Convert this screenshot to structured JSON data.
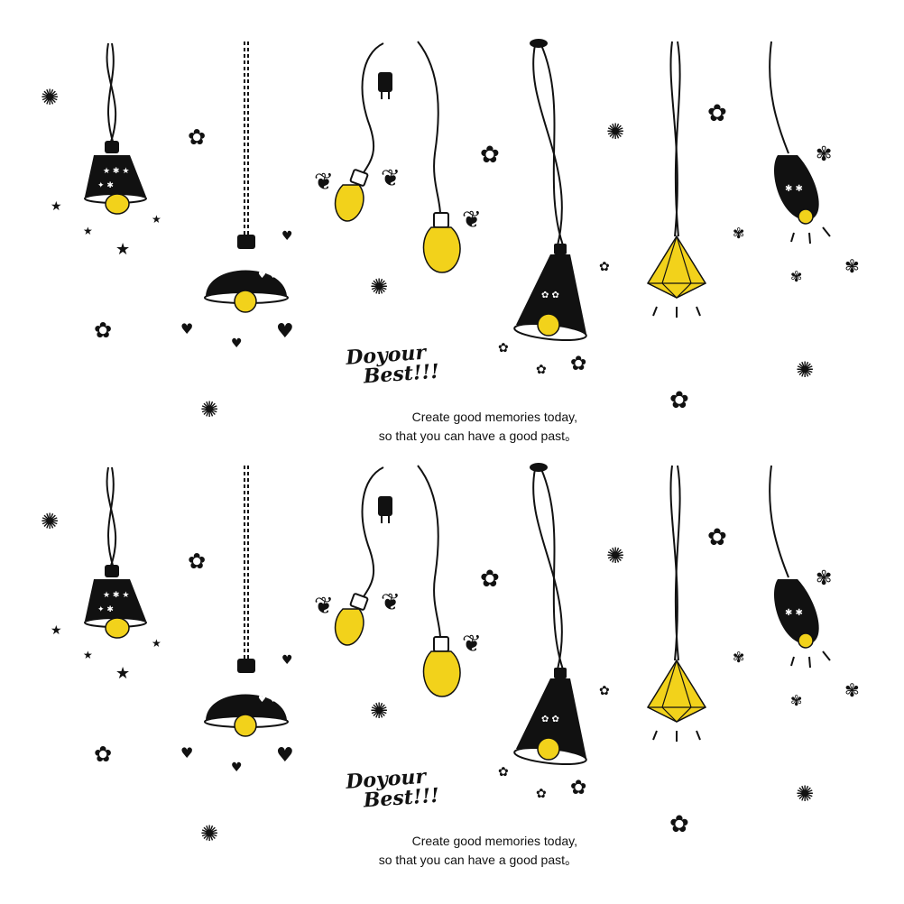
{
  "sticker": {
    "headline_line1": "Doyour",
    "headline_line2": "Best!!!",
    "caption_line1": "Create good memories today,",
    "caption_line2": "so that you can have a good past。"
  },
  "colors": {
    "ink": "#111111",
    "bulb": "#F2D21B"
  },
  "icons": [
    "pendant-lamp-icon",
    "dome-lamp-icon",
    "plug-icon",
    "light-bulb-icon",
    "butterfly-icon",
    "cone-lamp-icon",
    "diamond-lamp-icon",
    "star-icon",
    "flower-icon",
    "heart-icon",
    "leaf-icon"
  ]
}
